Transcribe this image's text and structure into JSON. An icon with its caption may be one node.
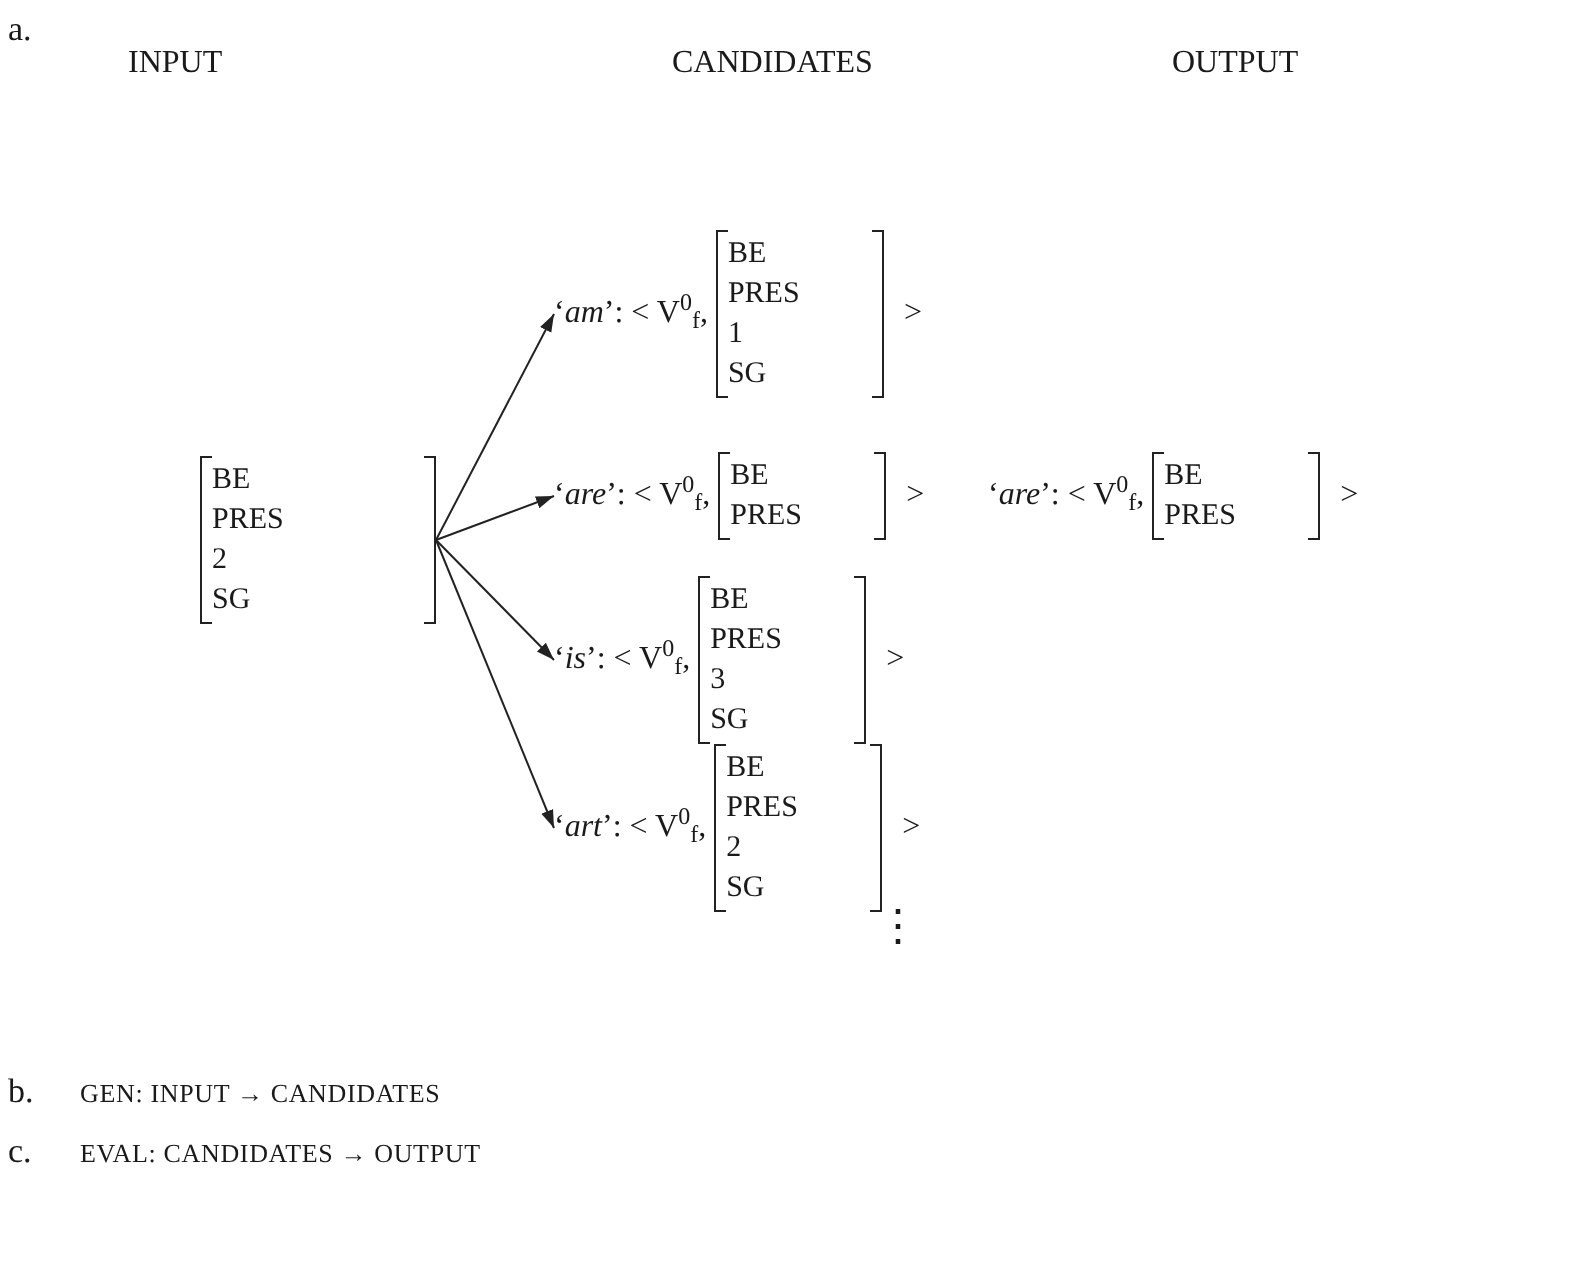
{
  "diagram": {
    "nodes": [
      {
        "text": [
          "BE",
          "PRES",
          "2",
          "SG"
        ]
      },
      {
        "text": [
          "‘*am*’: < V$^{0}$$_{f}$,",
          "BE",
          "PRES",
          "1",
          "SG",
          ">"
        ]
      },
      {
        "text": [
          "‘*are*’: < V$^{0}$$_{f}$,",
          "BE",
          "PRES",
          ">"
        ]
      },
      {
        "text": [
          "‘*is*’: < V$^{0}$$_{f}$,",
          "BE",
          "PRES",
          "3",
          "SG",
          ">"
        ]
      },
      {
        "text": [
          "‘*art*’: < V$^{0}$$_{f}$,",
          "BE",
          "PRES",
          "2",
          "SG",
          ">"
        ]
      },
      {
        "text": [
          "‘*are*’: < V$^{0}$$_{f}$,",
          "BE",
          "PRES",
          ">"
        ]
      }
    ],
    "edges": [
      {
        "from": 0,
        "to": 1,
        "arrow": "to"
      },
      {
        "from": 0,
        "to": 2,
        "arrow": "to"
      },
      {
        "from": 0,
        "to": 3,
        "arrow": "to"
      },
      {
        "from": 0,
        "to": 4,
        "arrow": "to"
      }
    ],
    "labels": [
      "a.",
      "INPUT",
      "CANDIDATES",
      "OUTPUT",
      "⋮",
      "b.",
      "GEN: INPUT → CANDIDATES",
      "c.",
      "EVAL: CANDIDATES → OUTPUT"
    ]
  }
}
